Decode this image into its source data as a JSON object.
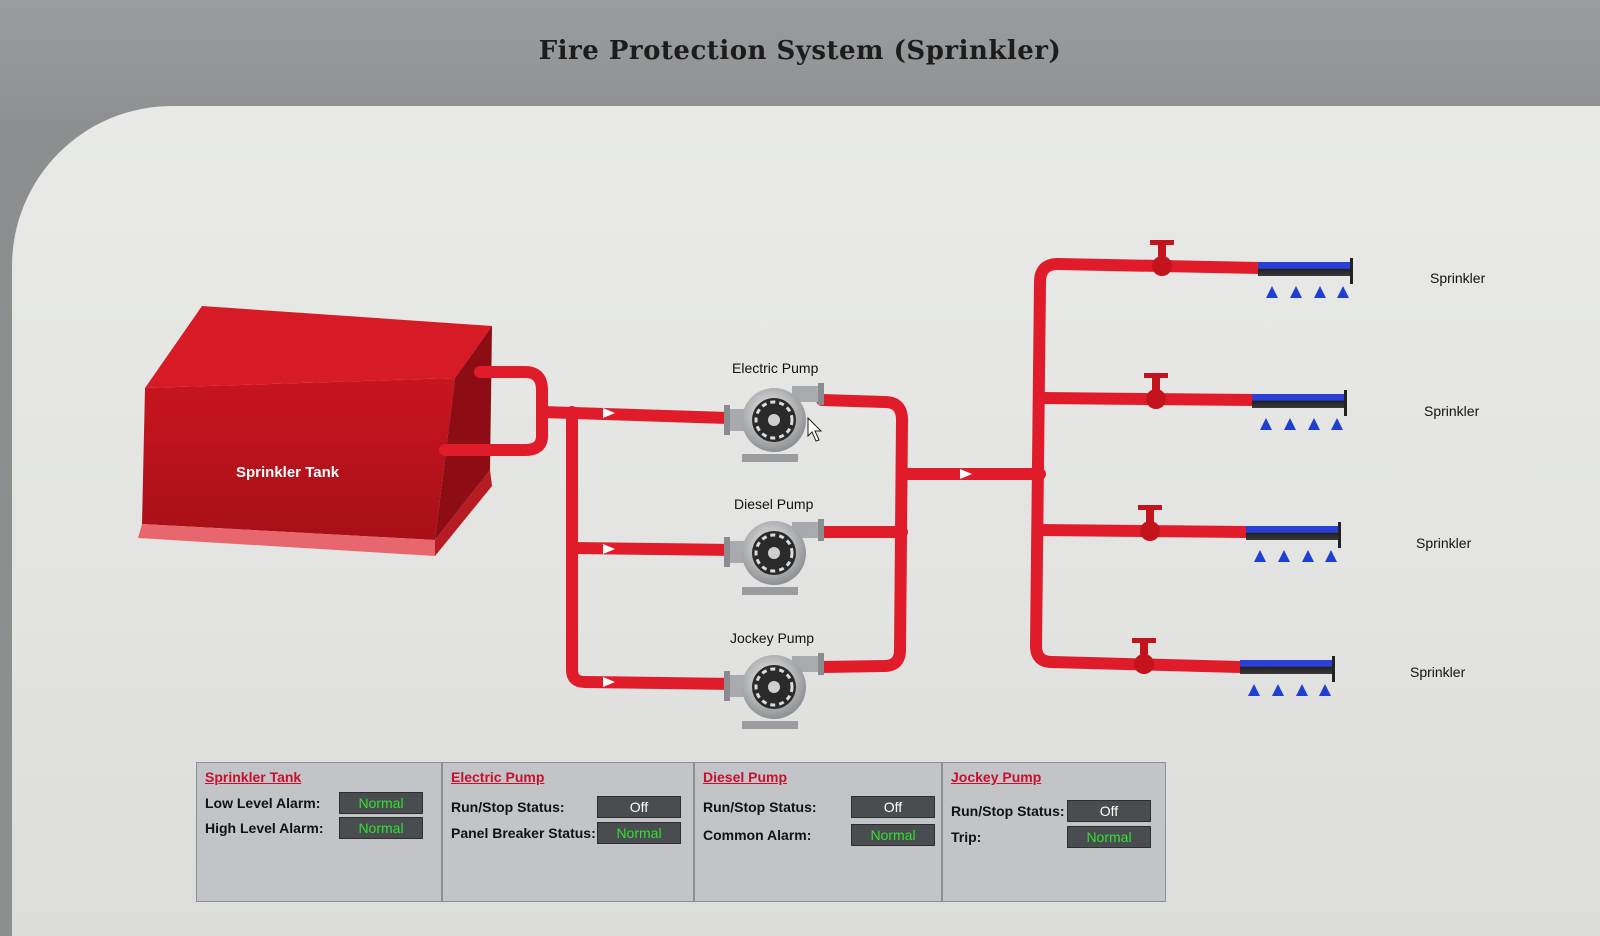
{
  "title": "Fire Protection System (Sprinkler)",
  "diagram": {
    "tank_label": "Sprinkler Tank",
    "pump_labels": [
      "Electric Pump",
      "Diesel Pump",
      "Jockey Pump"
    ],
    "sprinkler_labels": [
      "Sprinkler",
      "Sprinkler",
      "Sprinkler",
      "Sprinkler"
    ]
  },
  "status": {
    "tank": {
      "title": "Sprinkler Tank",
      "rows": [
        {
          "label": "Low Level Alarm:",
          "value": "Normal"
        },
        {
          "label": "High Level Alarm:",
          "value": "Normal"
        }
      ]
    },
    "electric": {
      "title": "Electric Pump",
      "rows": [
        {
          "label": "Run/Stop Status:",
          "value": "Off"
        },
        {
          "label": "Panel Breaker Status:",
          "value": "Normal"
        }
      ]
    },
    "diesel": {
      "title": "Diesel Pump",
      "rows": [
        {
          "label": "Run/Stop Status:",
          "value": "Off"
        },
        {
          "label": "Common Alarm:",
          "value": "Normal"
        }
      ]
    },
    "jockey": {
      "title": "Jockey Pump",
      "rows": [
        {
          "label": "Run/Stop Status:",
          "value": "Off"
        },
        {
          "label": "Trip:",
          "value": "Normal"
        }
      ]
    }
  },
  "colors": {
    "pipe": "#e01b2a",
    "indicator_normal": "#30e030",
    "indicator_off": "#ffffff",
    "nozzle": "#1e3fd0"
  }
}
